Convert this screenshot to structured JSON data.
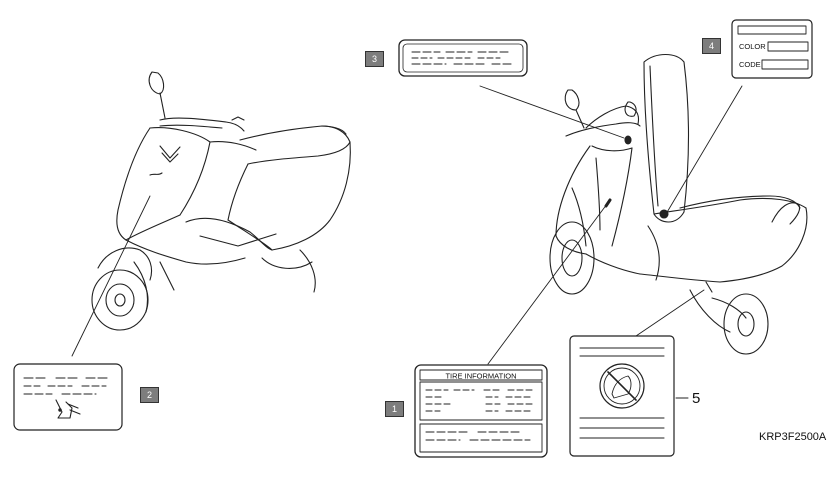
{
  "callouts": {
    "c1": "1",
    "c2": "2",
    "c3": "3",
    "c4": "4",
    "c5": "5"
  },
  "tire_label": {
    "title": "TIRE INFORMATION"
  },
  "color_label": {
    "color": "COLOR",
    "code": "CODE"
  },
  "figure_code": "KRP3F2500A"
}
